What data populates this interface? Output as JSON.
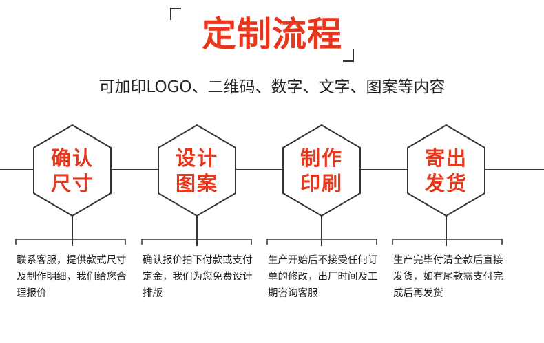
{
  "title": "定制流程",
  "subtitle": "可加印LOGO、二维码、数字、文字、图案等内容",
  "colors": {
    "accent": "#e8371c",
    "line": "#333333",
    "text": "#222222"
  },
  "steps": [
    {
      "line1": "确认",
      "line2": "尺寸",
      "desc": "联系客服，提供款式尺寸及制作明细，我们给您合理报价"
    },
    {
      "line1": "设计",
      "line2": "图案",
      "desc": "确认报价拍下付款或支付定金，我们为您免费设计排版"
    },
    {
      "line1": "制作",
      "line2": "印刷",
      "desc": "生产开始后不接受任何订单的修改，出厂时间及工期咨询客服"
    },
    {
      "line1": "寄出",
      "line2": "发货",
      "desc": "生产完毕付清全款后直接发货，如有尾款需支付完成后再发货"
    }
  ]
}
